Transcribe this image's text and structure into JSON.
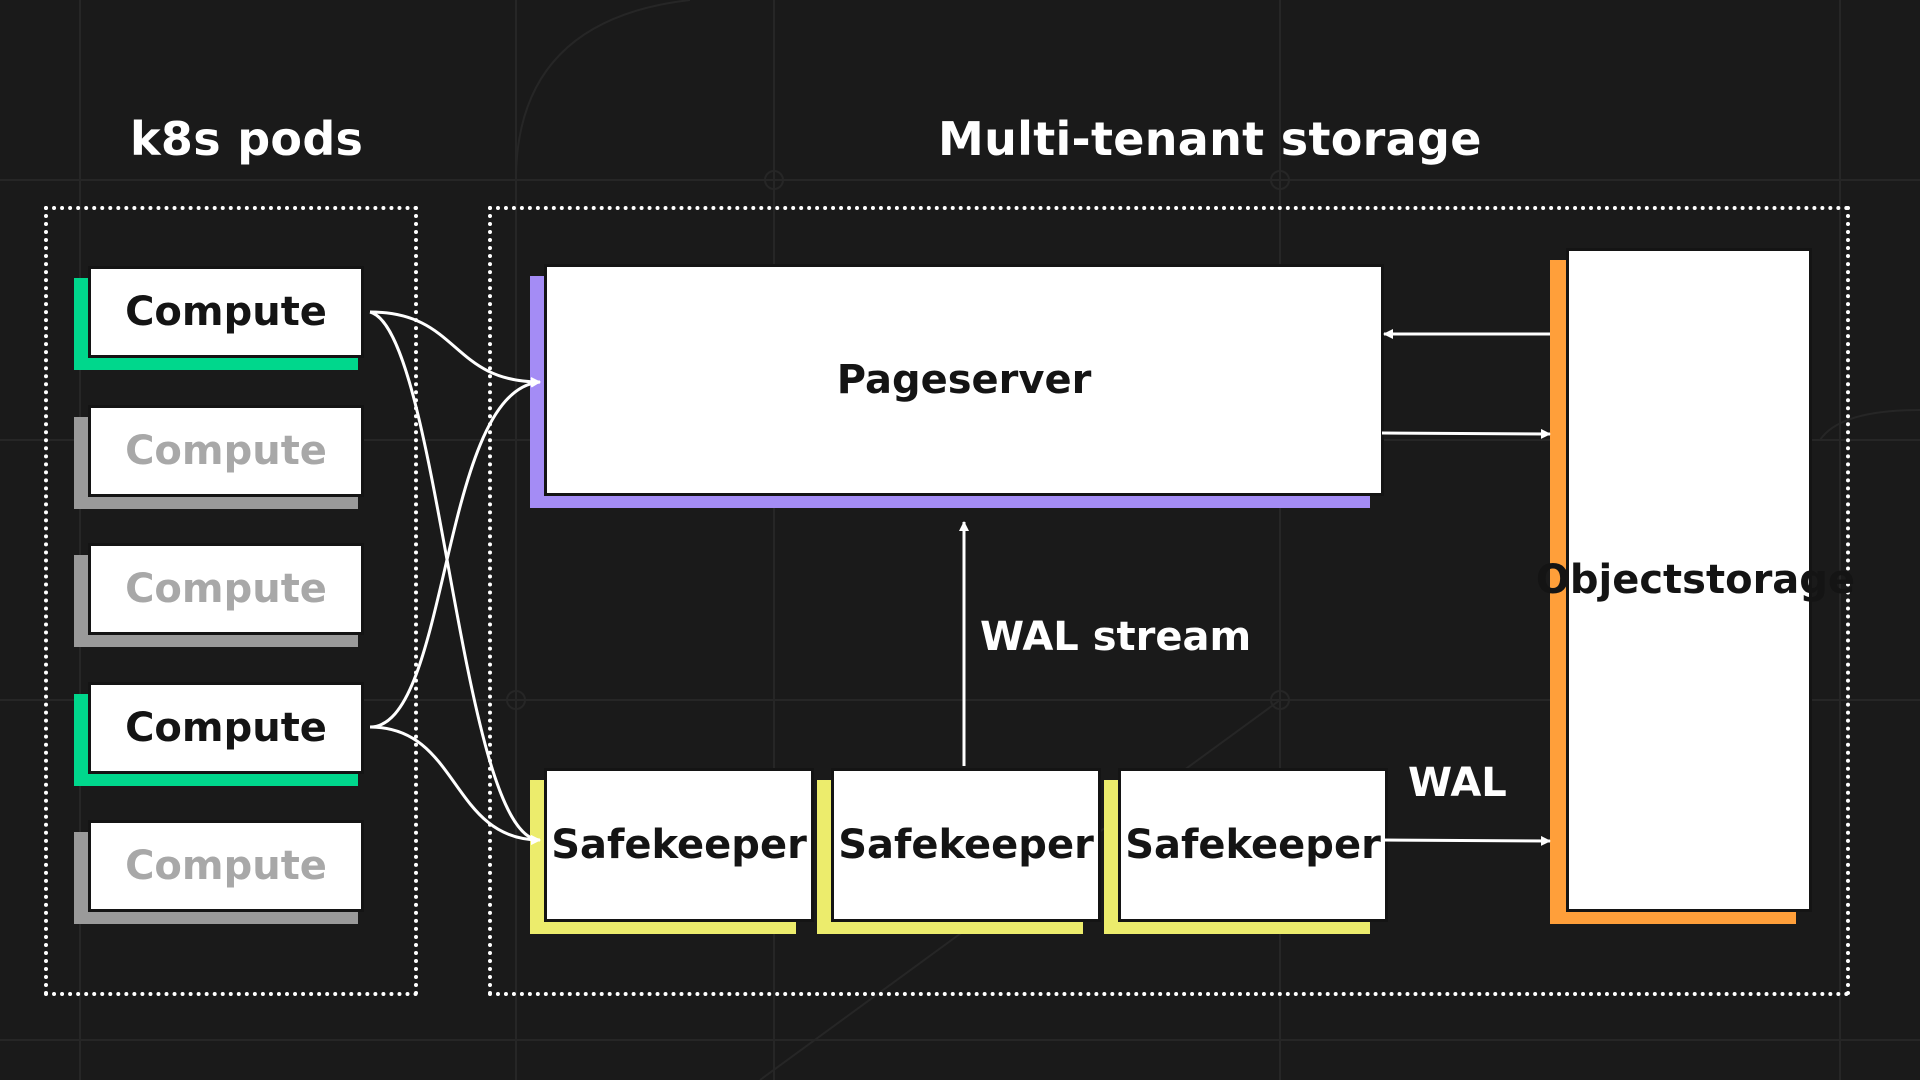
{
  "groups": {
    "k8s_title": "k8s pods",
    "storage_title": "Multi-tenant storage"
  },
  "computes": [
    {
      "label": "Compute",
      "state": "active"
    },
    {
      "label": "Compute",
      "state": "idle"
    },
    {
      "label": "Compute",
      "state": "idle"
    },
    {
      "label": "Compute",
      "state": "active"
    },
    {
      "label": "Compute",
      "state": "idle"
    }
  ],
  "pageserver": {
    "label": "Pageserver"
  },
  "safekeepers": [
    {
      "label": "Safekeeper"
    },
    {
      "label": "Safekeeper"
    },
    {
      "label": "Safekeeper"
    }
  ],
  "object_storage": {
    "line1": "Object",
    "line2": "storage"
  },
  "edges": {
    "wal_stream_label": "WAL stream",
    "wal_label": "WAL"
  },
  "colors": {
    "background": "#1a1a1a",
    "compute_active": "#00d78c",
    "compute_idle": "#9a9a9a",
    "pageserver_accent": "#a48cf5",
    "safekeeper_accent": "#ecec6c",
    "object_storage_accent": "#ff9f3a"
  }
}
